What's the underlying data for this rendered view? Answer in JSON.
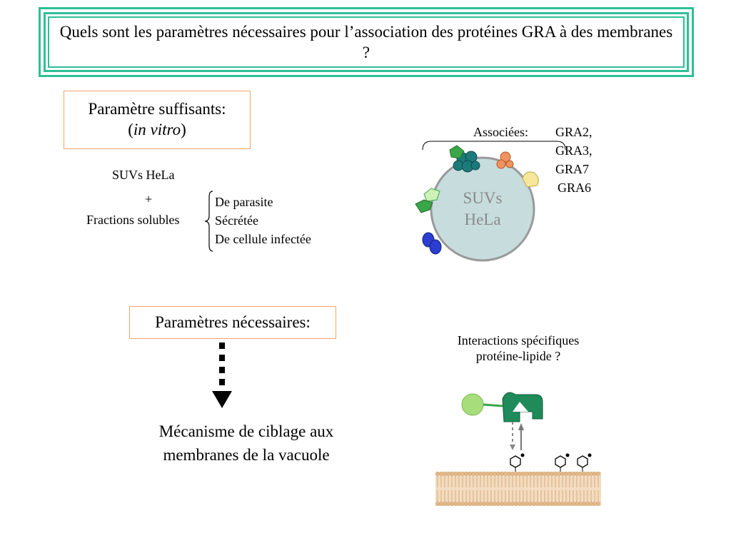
{
  "title": "Quels sont les paramètres nécessaires pour l’association des protéines GRA à des membranes ?",
  "sufficient_box": {
    "line1": "Paramètre suffisants:",
    "paren_open": "(",
    "italic": "in vitro",
    "paren_close": ")"
  },
  "sufficient_conditions": {
    "suvs": "SUVs HeLa",
    "plus": "+",
    "fractions": "Fractions solubles",
    "items": [
      "De parasite",
      "Sécrétée",
      "De cellule infectée"
    ]
  },
  "associated": {
    "label": "Associées:",
    "proteins": [
      "GRA2,",
      "GRA3,",
      "GRA7",
      "GRA6"
    ]
  },
  "vesicle": {
    "line1": "SUVs",
    "line2": "HeLa"
  },
  "necessary_box": "Paramètres nécessaires:",
  "mechanism": {
    "line1": "Mécanisme de ciblage aux",
    "line2": "membranes de la vacuole"
  },
  "interactions": {
    "line1": "Interactions spécifiques",
    "line2": "protéine-lipide ?"
  },
  "colors": {
    "title_border": "#2fbf97",
    "box_border": "#f4a46a",
    "vesicle_fill": "#c7dcdd",
    "protein_green": "#3aa64a",
    "protein_teal": "#1c7a7a",
    "membrane": "#e9c7a3"
  }
}
